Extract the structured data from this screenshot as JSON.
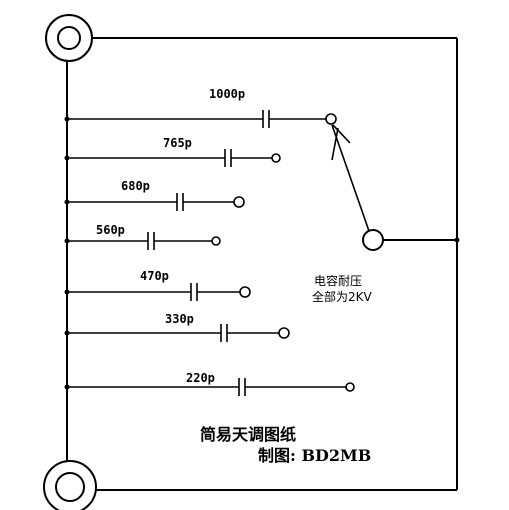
{
  "capacitors": [
    {
      "label": "1000p"
    },
    {
      "label": "765p"
    },
    {
      "label": "680p"
    },
    {
      "label": "560p"
    },
    {
      "label": "470p"
    },
    {
      "label": "330p"
    },
    {
      "label": "220p"
    }
  ],
  "note": {
    "line1": "电容耐压",
    "line2": "全部为2KV"
  },
  "title": {
    "line1": "简易天调图纸",
    "line2": "制图:  BD2MB"
  },
  "colors": {
    "ink": "#000000",
    "paper": "#ffffff"
  }
}
